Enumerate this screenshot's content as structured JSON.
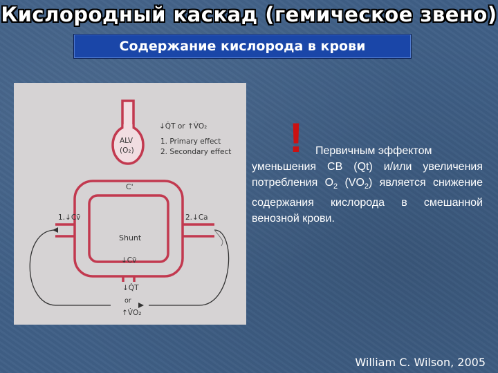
{
  "slide": {
    "title": "Кислородный каскад (гемическое звено)",
    "subtitle": "Содержание кислорода в крови",
    "exclamation": "!",
    "body": {
      "lead": "Первичным эффектом",
      "text_1": "уменьшения CB (Qt) и/или увеличения потребления O",
      "sub_1": "2",
      "text_2": " (VO",
      "sub_2": "2",
      "text_3": ") является снижение содержания кислорода в смешанной венозной крови."
    },
    "credit": "William C. Wilson, 2005"
  },
  "figure": {
    "legend_line_1": "↓Q̇T or ↑V̇O₂",
    "legend_line_2": "1. Primary effect",
    "legend_line_3": "2. Secondary effect",
    "alv_label": "ALV",
    "alv_sub": "(O₂)",
    "cap_label": "C'",
    "left_label": "1.↓Cv̄",
    "right_label": "2.↓Ca",
    "shunt_label": "Shunt",
    "bottom_cv": "↓Cv̄",
    "bottom_qt": "↓Q̇T",
    "bottom_or": "or",
    "bottom_vo2": "↑V̇O₂"
  },
  "colors": {
    "background": "#3f5f86",
    "subtitle_box": "#1a46a8",
    "exclamation": "#cc1111",
    "vessel_red": "#c2394f",
    "vessel_fill": "#f1dde1"
  }
}
